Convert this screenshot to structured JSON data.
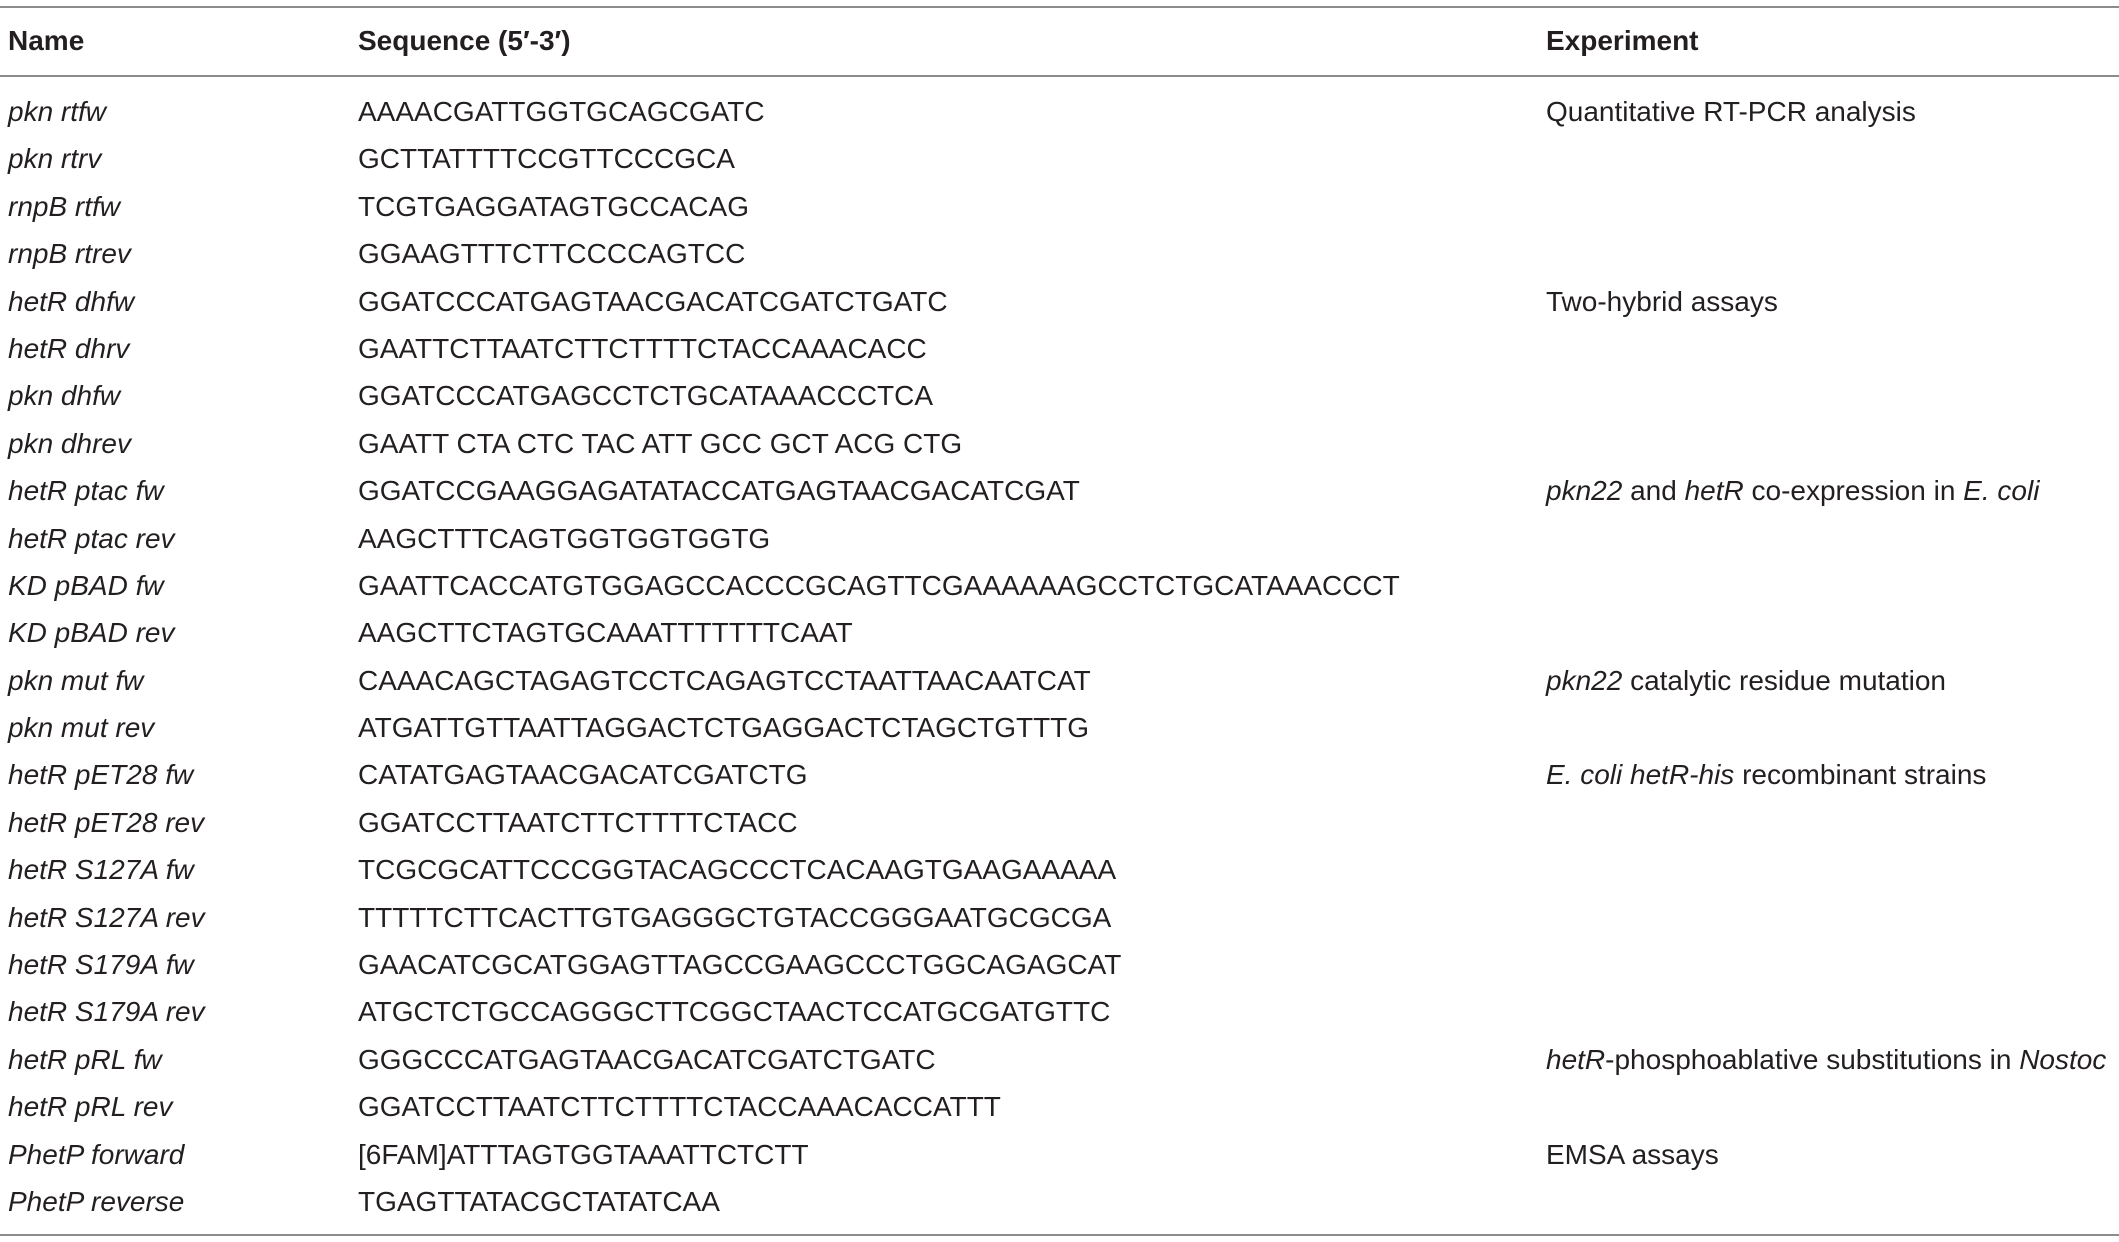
{
  "table": {
    "headers": {
      "name": "Name",
      "sequence": "Sequence (5′-3′)",
      "experiment": "Experiment"
    },
    "rows": [
      {
        "name": "pkn rtfw",
        "sequence": "AAAACGATTGGTGCAGCGATC",
        "experiment": [
          {
            "text": "Quantitative RT-PCR analysis",
            "italic": false
          }
        ]
      },
      {
        "name": "pkn rtrv",
        "sequence": "GCTTATTTTCCGTTCCCGCA",
        "experiment": []
      },
      {
        "name": "rnpB rtfw",
        "sequence": "TCGTGAGGATAGTGCCACAG",
        "experiment": []
      },
      {
        "name": "rnpB rtrev",
        "sequence": "GGAAGTTTCTTCCCCAGTCC",
        "experiment": []
      },
      {
        "name": "hetR dhfw",
        "sequence": "GGATCCCATGAGTAACGACATCGATCTGATC",
        "experiment": [
          {
            "text": "Two-hybrid assays",
            "italic": false
          }
        ]
      },
      {
        "name": "hetR dhrv",
        "sequence": "GAATTCTTAATCTTCTTTTCTACCAAACACC",
        "experiment": []
      },
      {
        "name": "pkn dhfw",
        "sequence": "GGATCCCATGAGCCTCTGCATAAACCCTCA",
        "experiment": []
      },
      {
        "name": "pkn dhrev",
        "sequence": "GAATT CTA CTC TAC ATT GCC GCT ACG CTG",
        "experiment": []
      },
      {
        "name": "hetR ptac fw",
        "sequence": "GGATCCGAAGGAGATATACCATGAGTAACGACATCGAT",
        "experiment": [
          {
            "text": "pkn22",
            "italic": true
          },
          {
            "text": " and ",
            "italic": false
          },
          {
            "text": "hetR",
            "italic": true
          },
          {
            "text": " co-expression in ",
            "italic": false
          },
          {
            "text": "E. coli",
            "italic": true
          }
        ]
      },
      {
        "name": "hetR ptac rev",
        "sequence": "AAGCTTTCAGTGGTGGTGGTG",
        "experiment": []
      },
      {
        "name": "KD pBAD fw",
        "sequence": "GAATTCACCATGTGGAGCCACCCGCAGTTCGAAAAAAGCCTCTGCATAAACCCT",
        "experiment": []
      },
      {
        "name": "KD pBAD rev",
        "sequence": "AAGCTTCTAGTGCAAATTTTTTTCAAT",
        "experiment": []
      },
      {
        "name": "pkn mut fw",
        "sequence": "CAAACAGCTAGAGTCCTCAGAGTCCTAATTAACAATCAT",
        "experiment": [
          {
            "text": "pkn22",
            "italic": true
          },
          {
            "text": " catalytic residue mutation",
            "italic": false
          }
        ]
      },
      {
        "name": "pkn mut rev",
        "sequence": "ATGATTGTTAATTAGGACTCTGAGGACTCTAGCTGTTTG",
        "experiment": []
      },
      {
        "name": "hetR pET28 fw",
        "sequence": "CATATGAGTAACGACATCGATCTG",
        "experiment": [
          {
            "text": "E. coli hetR-his",
            "italic": true
          },
          {
            "text": " recombinant strains",
            "italic": false
          }
        ]
      },
      {
        "name": "hetR pET28 rev",
        "sequence": "GGATCCTTAATCTTCTTTTCTACC",
        "experiment": []
      },
      {
        "name": "hetR S127A fw",
        "sequence": "TCGCGCATTCCCGGTACAGCCCTCACAAGTGAAGAAAAA",
        "experiment": []
      },
      {
        "name": "hetR S127A rev",
        "sequence": "TTTTTCTTCACTTGTGAGGGCTGTACCGGGAATGCGCGA",
        "experiment": []
      },
      {
        "name": "hetR S179A fw",
        "sequence": "GAACATCGCATGGAGTTAGCCGAAGCCCTGGCAGAGCAT",
        "experiment": []
      },
      {
        "name": "hetR S179A rev",
        "sequence": "ATGCTCTGCCAGGGCTTCGGCTAACTCCATGCGATGTTC",
        "experiment": []
      },
      {
        "name": "hetR pRL fw",
        "sequence": "GGGCCCATGAGTAACGACATCGATCTGATC",
        "experiment": [
          {
            "text": "hetR",
            "italic": true
          },
          {
            "text": "-phosphoablative substitutions in ",
            "italic": false
          },
          {
            "text": "Nostoc",
            "italic": true
          }
        ]
      },
      {
        "name": "hetR pRL rev",
        "sequence": "GGATCCTTAATCTTCTTTTCTACCAAACACCATTT",
        "experiment": []
      },
      {
        "name": "PhetP forward",
        "sequence": "[6FAM]ATTTAGTGGTAAATTCTCTT",
        "experiment": [
          {
            "text": "EMSA assays",
            "italic": false
          }
        ]
      },
      {
        "name": "PhetP reverse",
        "sequence": "TGAGTTATACGCTATATCAA",
        "experiment": []
      }
    ]
  }
}
